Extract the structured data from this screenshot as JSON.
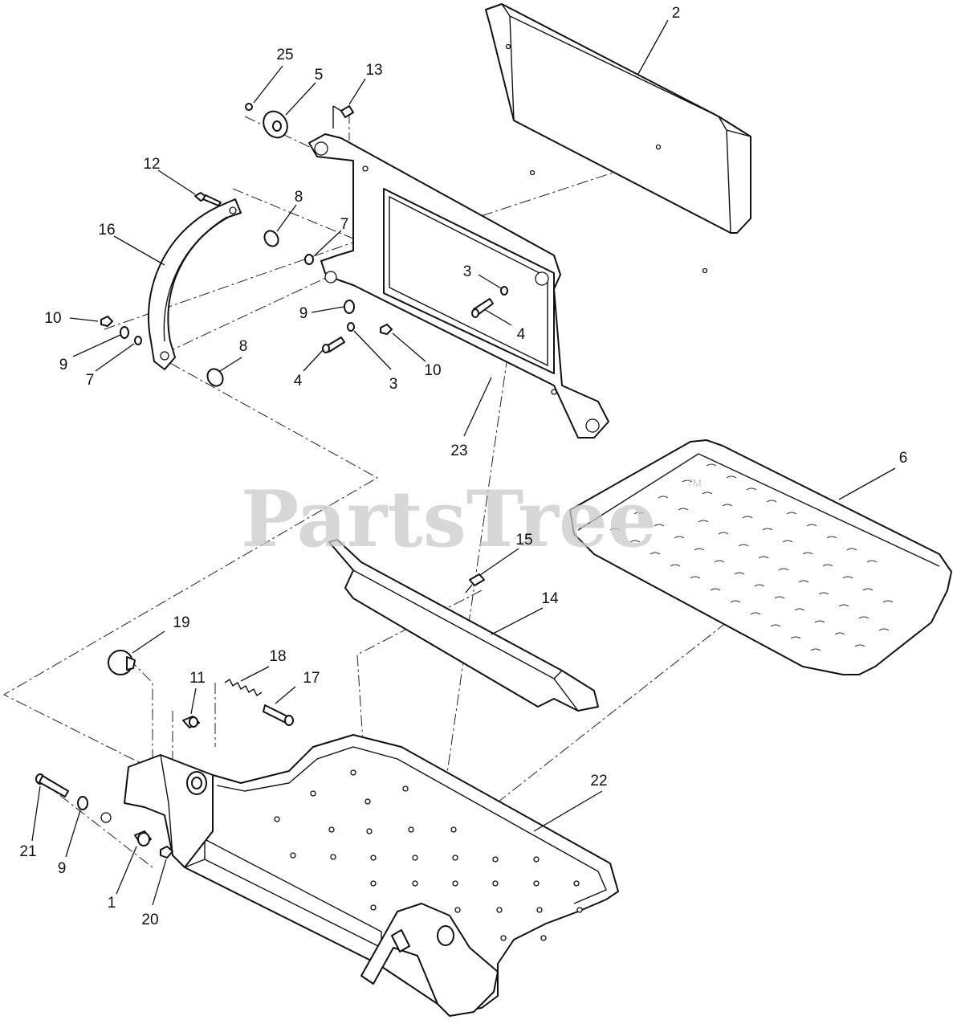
{
  "watermark": {
    "text": "PartsTree",
    "trademark": "TM"
  },
  "callouts": {
    "c1": "1",
    "c2": "2",
    "c3a": "3",
    "c3b": "3",
    "c4a": "4",
    "c4b": "4",
    "c5": "5",
    "c6": "6",
    "c7a": "7",
    "c7b": "7",
    "c8a": "8",
    "c8b": "8",
    "c9a": "9",
    "c9b": "9",
    "c9c": "9",
    "c10a": "10",
    "c10b": "10",
    "c11": "11",
    "c12": "12",
    "c13": "13",
    "c14": "14",
    "c15": "15",
    "c16": "16",
    "c17": "17",
    "c18": "18",
    "c19": "19",
    "c20": "20",
    "c21": "21",
    "c22": "22",
    "c23": "23",
    "c25": "25"
  }
}
